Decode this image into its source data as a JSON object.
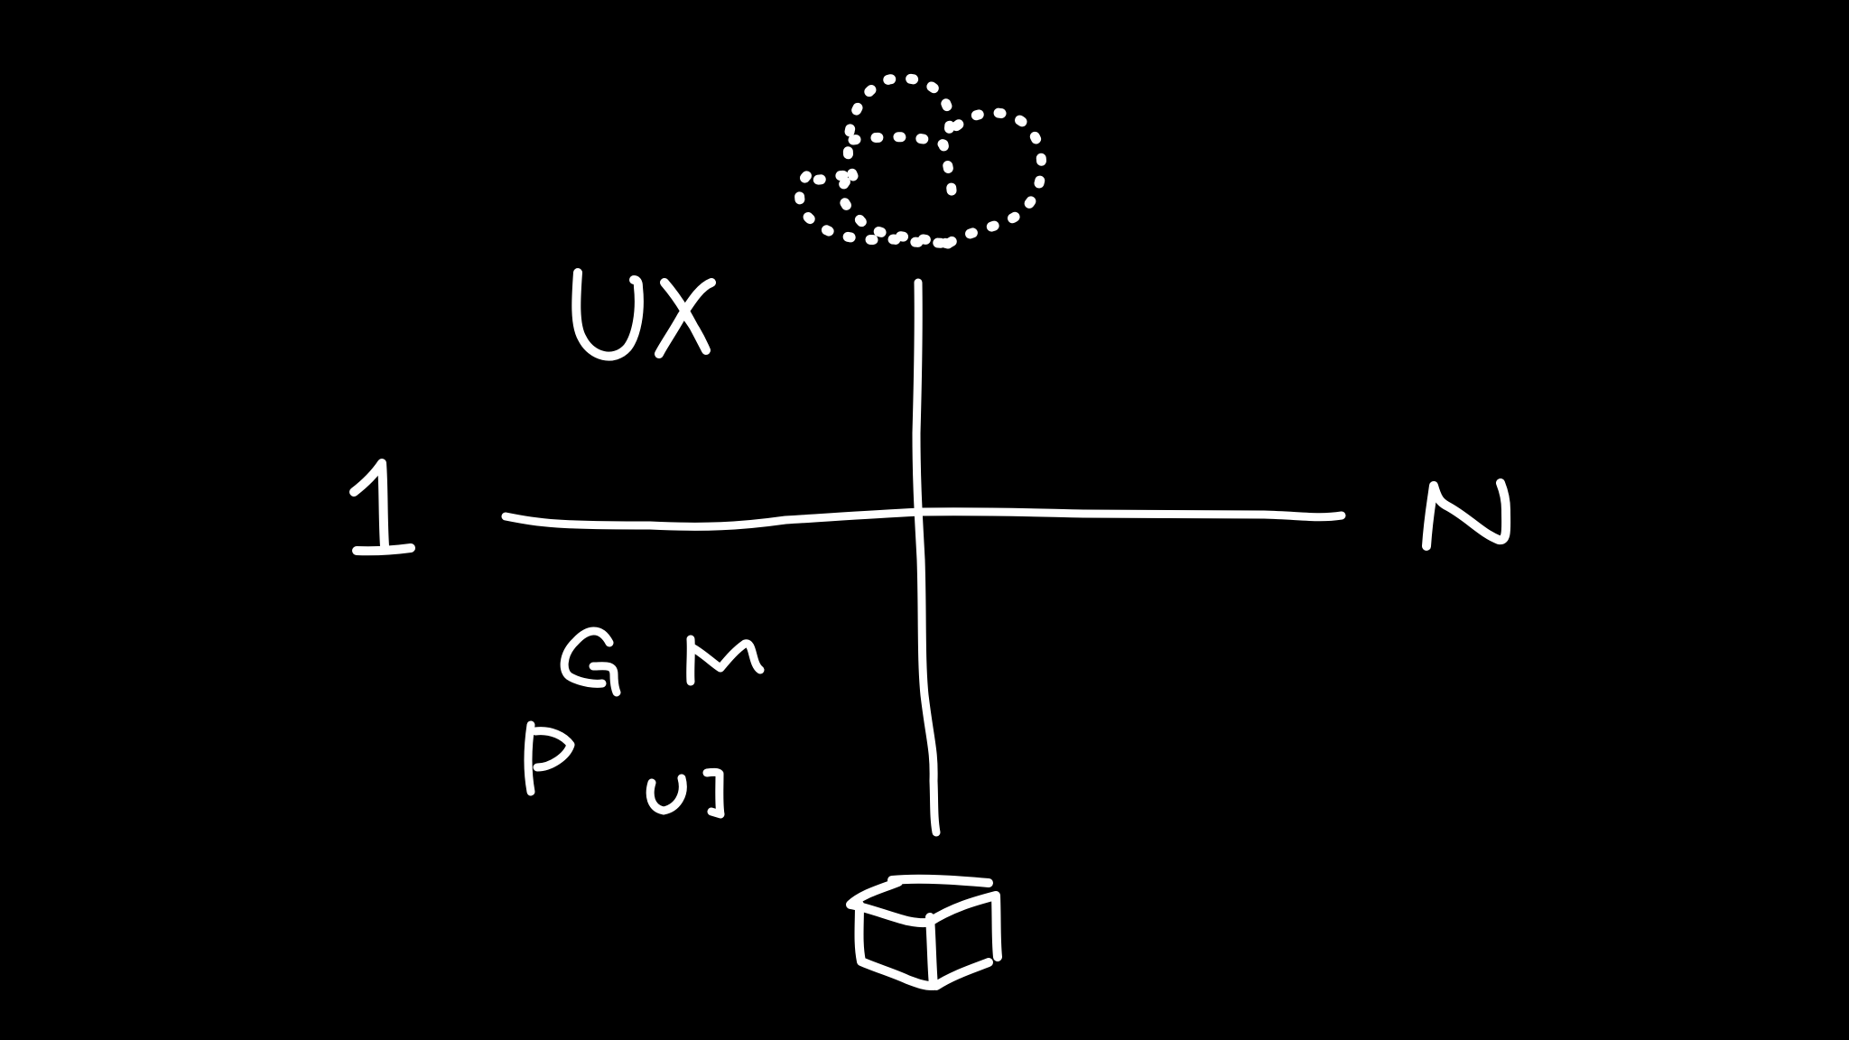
{
  "diagram": {
    "background": "#000000",
    "ink": "#ffffff",
    "labels": {
      "top_left": "UX",
      "left": "1",
      "right": "N",
      "lower_a": "G",
      "lower_b": "M",
      "lower_c": "P",
      "lower_d": "UI"
    },
    "icons": {
      "top": "cloud-icon",
      "bottom": "box-icon"
    }
  }
}
